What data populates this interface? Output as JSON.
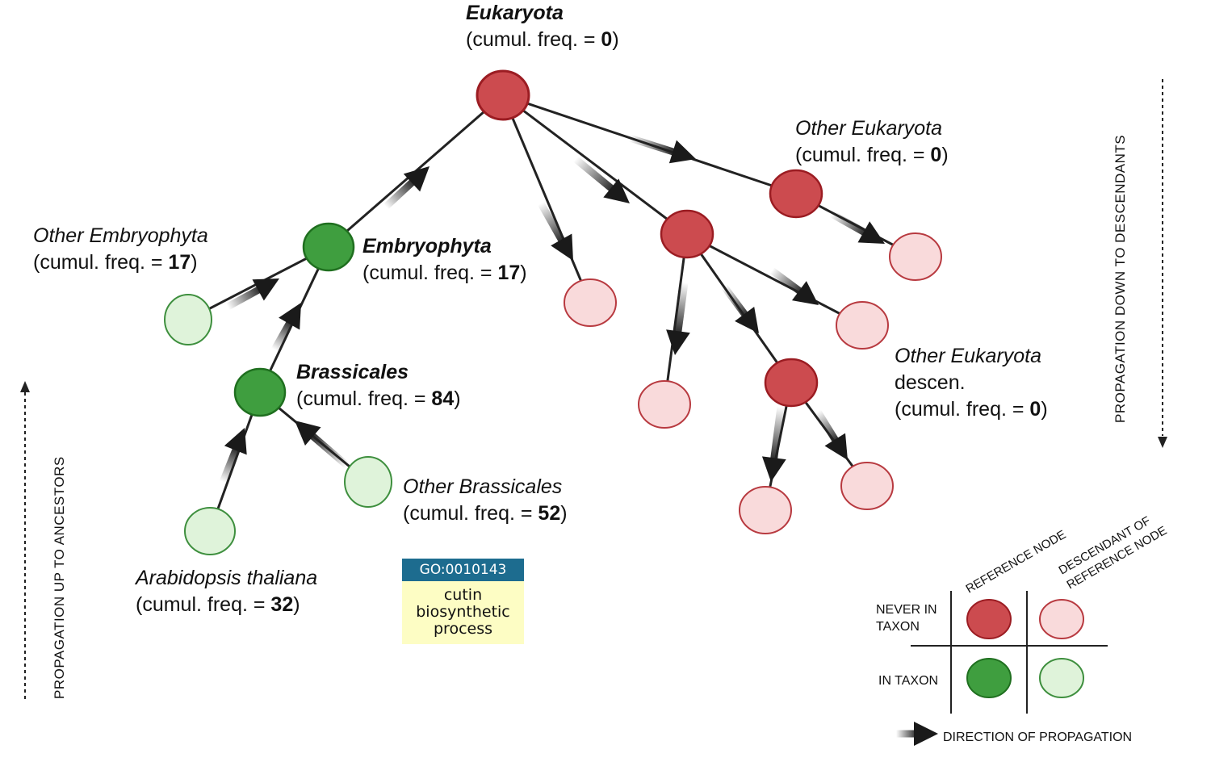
{
  "nodes": {
    "eukaryota": {
      "name": "Eukaryota",
      "freq_prefix": "(cumul. freq. = ",
      "freq": "0",
      "freq_suffix": ")"
    },
    "other_eukaryota": {
      "name": "Other Eukaryota",
      "freq_prefix": "(cumul. freq. = ",
      "freq": "0",
      "freq_suffix": ")"
    },
    "other_eukaryota_descen": {
      "name": "Other Eukaryota",
      "name_line2": "descen.",
      "freq_prefix": "(cumul. freq. = ",
      "freq": "0",
      "freq_suffix": ")"
    },
    "embryophyta": {
      "name": "Embryophyta",
      "freq_prefix": "(cumul. freq. = ",
      "freq": "17",
      "freq_suffix": ")"
    },
    "other_embryophyta": {
      "name": "Other Embryophyta",
      "freq_prefix": "(cumul. freq. = ",
      "freq": "17",
      "freq_suffix": ")"
    },
    "brassicales": {
      "name": "Brassicales",
      "freq_prefix": "(cumul. freq. = ",
      "freq": "84",
      "freq_suffix": ")"
    },
    "other_brassicales": {
      "name": "Other Brassicales",
      "freq_prefix": "(cumul. freq. = ",
      "freq": "52",
      "freq_suffix": ")"
    },
    "arabidopsis": {
      "name": "Arabidopsis thaliana",
      "freq_prefix": "(cumul. freq. = ",
      "freq": "32",
      "freq_suffix": ")"
    }
  },
  "go_term": {
    "id": "GO:0010143",
    "name": "cutin biosynthetic process"
  },
  "side_labels": {
    "up": "PROPAGATION UP TO ANCESTORS",
    "down": "PROPAGATION DOWN TO DESCENDANTS"
  },
  "legend": {
    "col_reference": "REFERENCE NODE",
    "col_descendant_line1": "DESCENDANT OF",
    "col_descendant_line2": "REFERENCE NODE",
    "row_never_line1": "NEVER IN",
    "row_never_line2": "TAXON",
    "row_in": "IN TAXON",
    "arrow_label": "DIRECTION OF PROPAGATION"
  },
  "colors": {
    "red_reference": "#cc4b4f",
    "red_reference_stroke": "#9b1c22",
    "red_descendant": "#f9dadb",
    "red_descendant_stroke": "#b83a40",
    "green_reference": "#3f9e3f",
    "green_reference_stroke": "#1f6f1f",
    "green_descendant": "#dff3da",
    "green_descendant_stroke": "#3e8f3e",
    "go_header": "#1d6c8f",
    "go_body": "#fdfdc4"
  }
}
